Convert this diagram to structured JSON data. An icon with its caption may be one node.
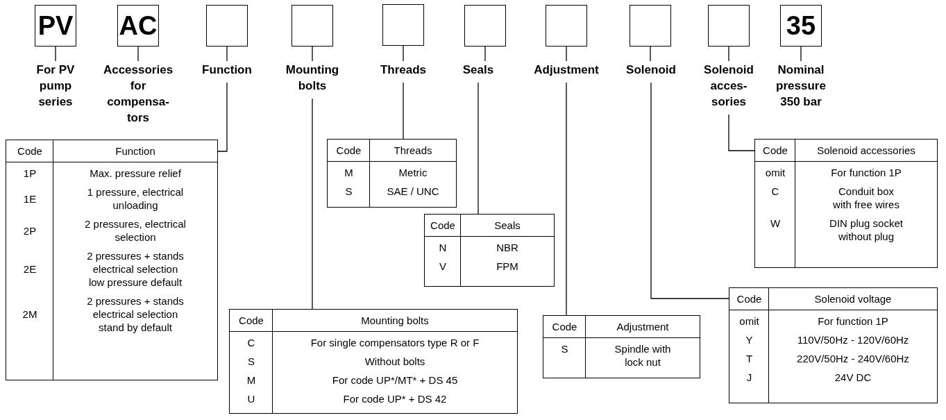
{
  "diagram": {
    "nodes": [
      {
        "text": [
          "PV"
        ]
      },
      {
        "text": [
          "For PV pump series"
        ]
      },
      {
        "text": [
          "AC"
        ]
      },
      {
        "text": [
          "Accessories for compensa- tors"
        ]
      },
      {
        "text": [],
        "shape": "box"
      },
      {
        "text": [
          "Function"
        ]
      },
      {
        "text": [],
        "shape": "box"
      },
      {
        "text": [
          "Mounting bolts"
        ]
      },
      {
        "text": [],
        "shape": "box"
      },
      {
        "text": [
          "Threads"
        ]
      },
      {
        "text": [],
        "shape": "box"
      },
      {
        "text": [
          "Seals"
        ]
      },
      {
        "text": [],
        "shape": "box"
      },
      {
        "text": [
          "Adjustment"
        ]
      },
      {
        "text": [],
        "shape": "box"
      },
      {
        "text": [
          "Solenoid"
        ]
      },
      {
        "text": [],
        "shape": "box"
      },
      {
        "text": [
          "Solenoid acces- sories"
        ]
      },
      {
        "text": [
          "35"
        ]
      },
      {
        "text": [
          "Nominal pressure 350 bar"
        ]
      },
      {
        "text": [
          "Code",
          "Function",
          "1P",
          "Max. pressure relief",
          "1E",
          "1 pressure, electrical unloading",
          "2P",
          "2 pressures, electrical selection",
          "2E",
          "2 pressures + stands electrical selection low pressure default",
          "2M",
          "2 pressures + stands electrical selection stand by default"
        ]
      },
      {
        "text": [
          "Code",
          "Threads",
          "M",
          "Metric",
          "S",
          "SAE / UNC"
        ]
      },
      {
        "text": [
          "Code",
          "Seals",
          "N",
          "NBR",
          "V",
          "FPM"
        ]
      },
      {
        "text": [
          "Code",
          "Mounting bolts",
          "C",
          "For single compensators type R or F",
          "S",
          "Without bolts",
          "M",
          "For code UP*/MT* + DS 45",
          "U",
          "For code UP* + DS 42"
        ]
      },
      {
        "text": [
          "Code",
          "Adjustment",
          "S",
          "Spindle with lock nut"
        ]
      },
      {
        "text": [
          "Code",
          "Solenoid accessories",
          "omit",
          "For function 1P",
          "C",
          "Conduit box with free wires",
          "W",
          "DIN plug socket without plug"
        ]
      },
      {
        "text": [
          "Code",
          "Solenoid voltage",
          "omit",
          "For function 1P",
          "Y",
          "110V/50Hz - 120V/60Hz",
          "T",
          "220V/50Hz - 240V/60Hz",
          "J",
          "24V DC"
        ]
      }
    ],
    "edges": [
      {
        "from": 0,
        "to": 1,
        "arrow": "none"
      },
      {
        "from": 2,
        "to": 3,
        "arrow": "none"
      },
      {
        "from": 4,
        "to": 5,
        "arrow": "none"
      },
      {
        "from": 6,
        "to": 7,
        "arrow": "none"
      },
      {
        "from": 8,
        "to": 9,
        "arrow": "none"
      },
      {
        "from": 10,
        "to": 11,
        "arrow": "none"
      },
      {
        "from": 12,
        "to": 13,
        "arrow": "none"
      },
      {
        "from": 14,
        "to": 15,
        "arrow": "none"
      },
      {
        "from": 16,
        "to": 17,
        "arrow": "none"
      },
      {
        "from": 18,
        "to": 19,
        "arrow": "none"
      },
      {
        "from": 5,
        "to": 20,
        "arrow": "none"
      },
      {
        "from": 9,
        "to": 21,
        "arrow": "none"
      },
      {
        "from": 11,
        "to": 22,
        "arrow": "none"
      },
      {
        "from": 7,
        "to": 23,
        "arrow": "none"
      },
      {
        "from": 13,
        "to": 24,
        "arrow": "none"
      },
      {
        "from": 17,
        "to": 25,
        "arrow": "none"
      },
      {
        "from": 15,
        "to": 26,
        "arrow": "none"
      }
    ]
  }
}
